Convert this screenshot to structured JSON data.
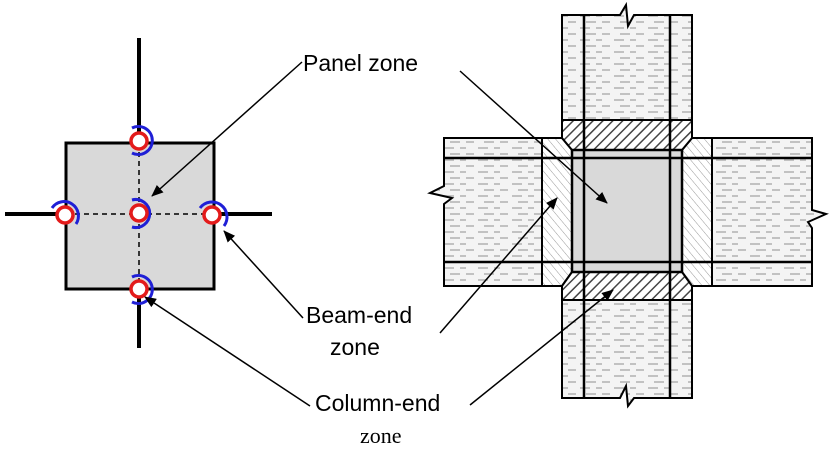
{
  "labels": {
    "panel_zone": "Panel zone",
    "beam_end_line1": "Beam-end",
    "beam_end_line2": "zone",
    "column_end_line1": "Column-end",
    "column_end_line2": "zone"
  },
  "colors": {
    "panel_fill": "#d9d9d9",
    "hinge_outer": "#1f1fd6",
    "hinge_inner": "#e31b1b",
    "hatch": "#444444",
    "dash": "#b5b5b5"
  }
}
